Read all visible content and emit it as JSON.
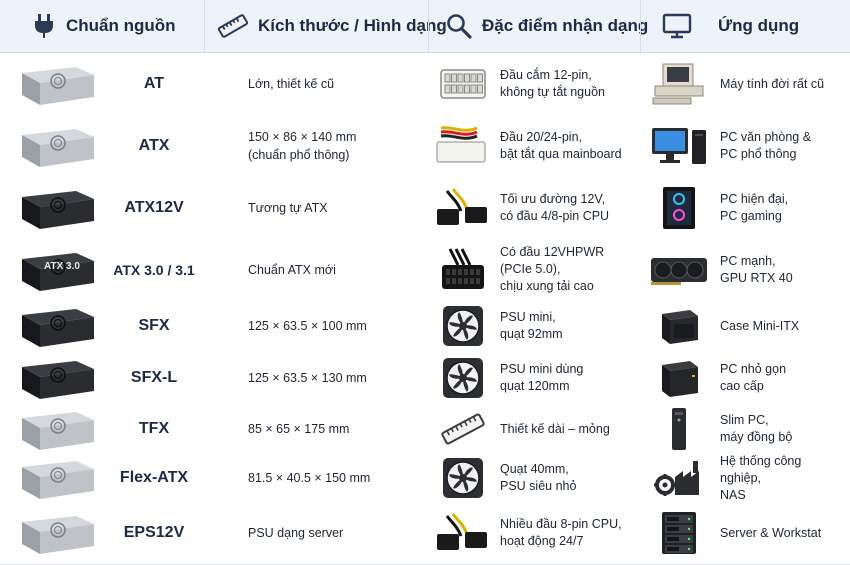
{
  "header": {
    "col1": "Chuẩn nguồn",
    "col2": "Kích thước / Hình dạng",
    "col3": "Đặc điểm nhận dạng",
    "col4": "Ứng dụng"
  },
  "rows": [
    {
      "name": "AT",
      "size": "Lớn, thiết kế cũ",
      "feature": "Đầu cắm 12-pin,\nkhông tự tắt nguồn",
      "feature_icon": "connector-white-icon",
      "app": "Máy tính đời rất cũ",
      "app_icon": "old-computer-icon",
      "psu_icon": "silver-psu-icon"
    },
    {
      "name": "ATX",
      "size": "150 × 86 × 140 mm\n(chuẩn phổ thông)",
      "feature": "Đầu 20/24-pin,\nbật tắt qua mainboard",
      "feature_icon": "connector-24pin-icon",
      "app": "PC văn phòng &\nPC phổ thông",
      "app_icon": "desktop-pc-icon",
      "psu_icon": "silver-psu-icon"
    },
    {
      "name": "ATX12V",
      "size": "Tương tự ATX",
      "feature": "Tối ưu đường 12V,\ncó đầu 4/8-pin CPU",
      "feature_icon": "cpu-cable-icon",
      "app": "PC hiện đại,\nPC gaming",
      "app_icon": "gaming-pc-icon",
      "psu_icon": "black-psu-icon"
    },
    {
      "name": "ATX 3.0 / 3.1",
      "psu_label": "ATX 3.0",
      "size": "Chuẩn ATX mới",
      "feature": "Có đầu 12VHPWR\n(PCIe 5.0),\nchịu xung tải cao",
      "feature_icon": "12vhpwr-connector-icon",
      "app": "PC mạnh,\nGPU RTX 40",
      "app_icon": "gpu-icon",
      "psu_icon": "black-psu-icon"
    },
    {
      "name": "SFX",
      "size": "125 × 63.5 × 100 mm",
      "feature": "PSU mini,\nquạt 92mm",
      "feature_icon": "fan-icon",
      "app": "Case Mini-ITX",
      "app_icon": "mini-itx-case-icon",
      "psu_icon": "black-psu-icon"
    },
    {
      "name": "SFX-L",
      "size": "125 × 63.5 × 130 mm",
      "feature": "PSU mini dùng\nquạt 120mm",
      "feature_icon": "fan-icon",
      "app": "PC nhỏ gọn\ncao cấp",
      "app_icon": "compact-pc-icon",
      "psu_icon": "black-psu-icon"
    },
    {
      "name": "TFX",
      "size": "85 × 65 × 175 mm",
      "feature": "Thiết kế dài – mỏng",
      "feature_icon": "ruler-icon",
      "app": "Slim PC,\nmáy đồng bộ",
      "app_icon": "slim-pc-icon",
      "psu_icon": "silver-psu-icon"
    },
    {
      "name": "Flex-ATX",
      "size": "81.5 × 40.5 × 150 mm",
      "feature": "Quạt 40mm,\nPSU siêu nhỏ",
      "feature_icon": "fan-icon",
      "app": "Hệ thống công nghiệp,\nNAS",
      "app_icon": "factory-gear-icon",
      "psu_icon": "silver-psu-icon"
    },
    {
      "name": "EPS12V",
      "size": "PSU dạng server",
      "feature": "Nhiều đầu 8-pin CPU,\nhoạt động 24/7",
      "feature_icon": "cpu-cable-icon",
      "app": "Server & Workstat",
      "app_icon": "server-rack-icon",
      "psu_icon": "silver-psu-icon"
    }
  ],
  "colors": {
    "header_bg": "#eef3fb",
    "border": "#d9dfe8",
    "text": "#1e2633",
    "accent": "#1c2a44"
  }
}
